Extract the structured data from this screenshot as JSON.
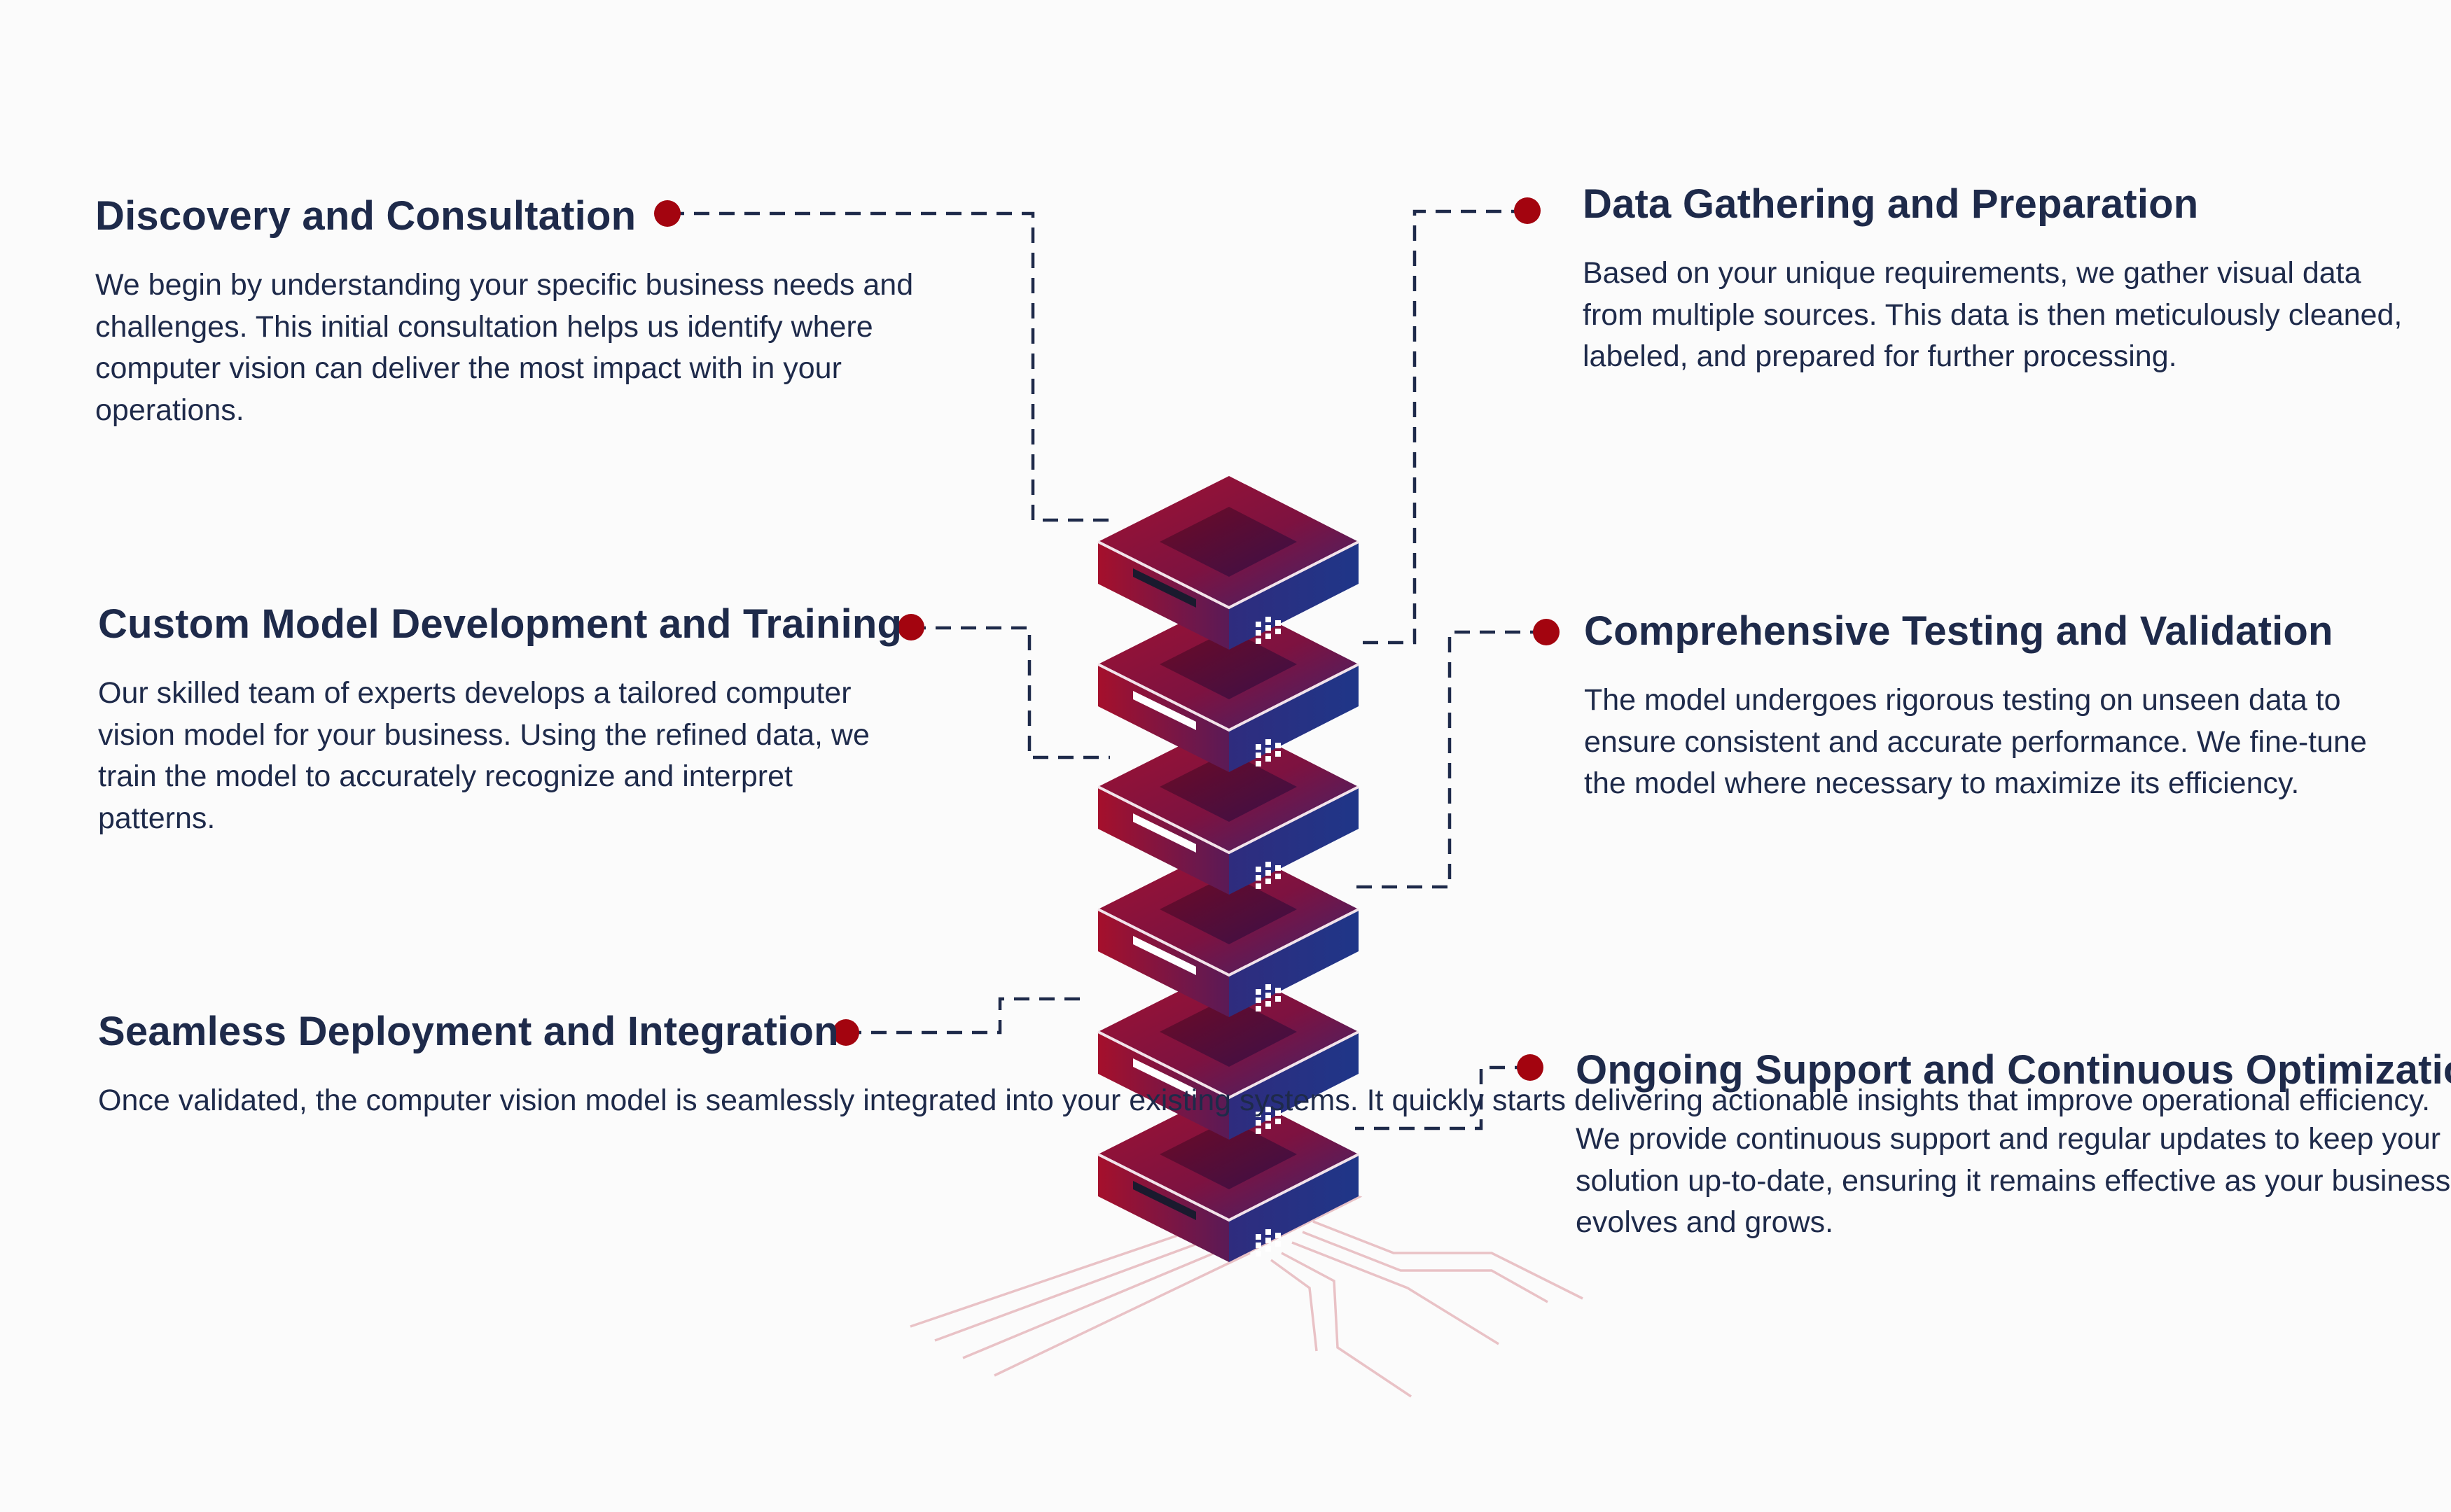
{
  "colors": {
    "text": "#1e2a4a",
    "dot": "#a3040f",
    "server_red": "#8e1230",
    "server_blue": "#23307a",
    "connector": "#1e2a4a"
  },
  "steps": [
    {
      "title": "Discovery and Consultation",
      "body": "We begin by understanding your specific business needs and challenges. This initial consultation helps us identify where computer vision can deliver the most impact with in your operations."
    },
    {
      "title": "Data Gathering and Preparation",
      "body": "Based on your unique requirements, we gather visual data from multiple sources. This data is then meticulously cleaned, labeled, and prepared for further processing."
    },
    {
      "title": "Custom Model Development and Training",
      "body": "Our skilled team of experts develops a tailored computer vision model for your business. Using the refined data, we train the model to accurately recognize and interpret patterns."
    },
    {
      "title": "Comprehensive Testing and Validation",
      "body": "The model undergoes rigorous testing on unseen data to ensure consistent and accurate performance. We fine-tune the model where necessary to maximize its efficiency."
    },
    {
      "title": "Seamless Deployment and Integration",
      "body": "Once validated, the computer vision model is seamlessly integrated into your existing systems. It quickly starts delivering actionable insights that improve operational efficiency."
    },
    {
      "title": "Ongoing Support and Continuous Optimization",
      "body": "We provide continuous support and regular updates to keep your solution up-to-date, ensuring it remains effective as your business evolves and grows."
    }
  ],
  "server_stack": {
    "unit_count": 6,
    "icon": "server-rack-icon"
  }
}
